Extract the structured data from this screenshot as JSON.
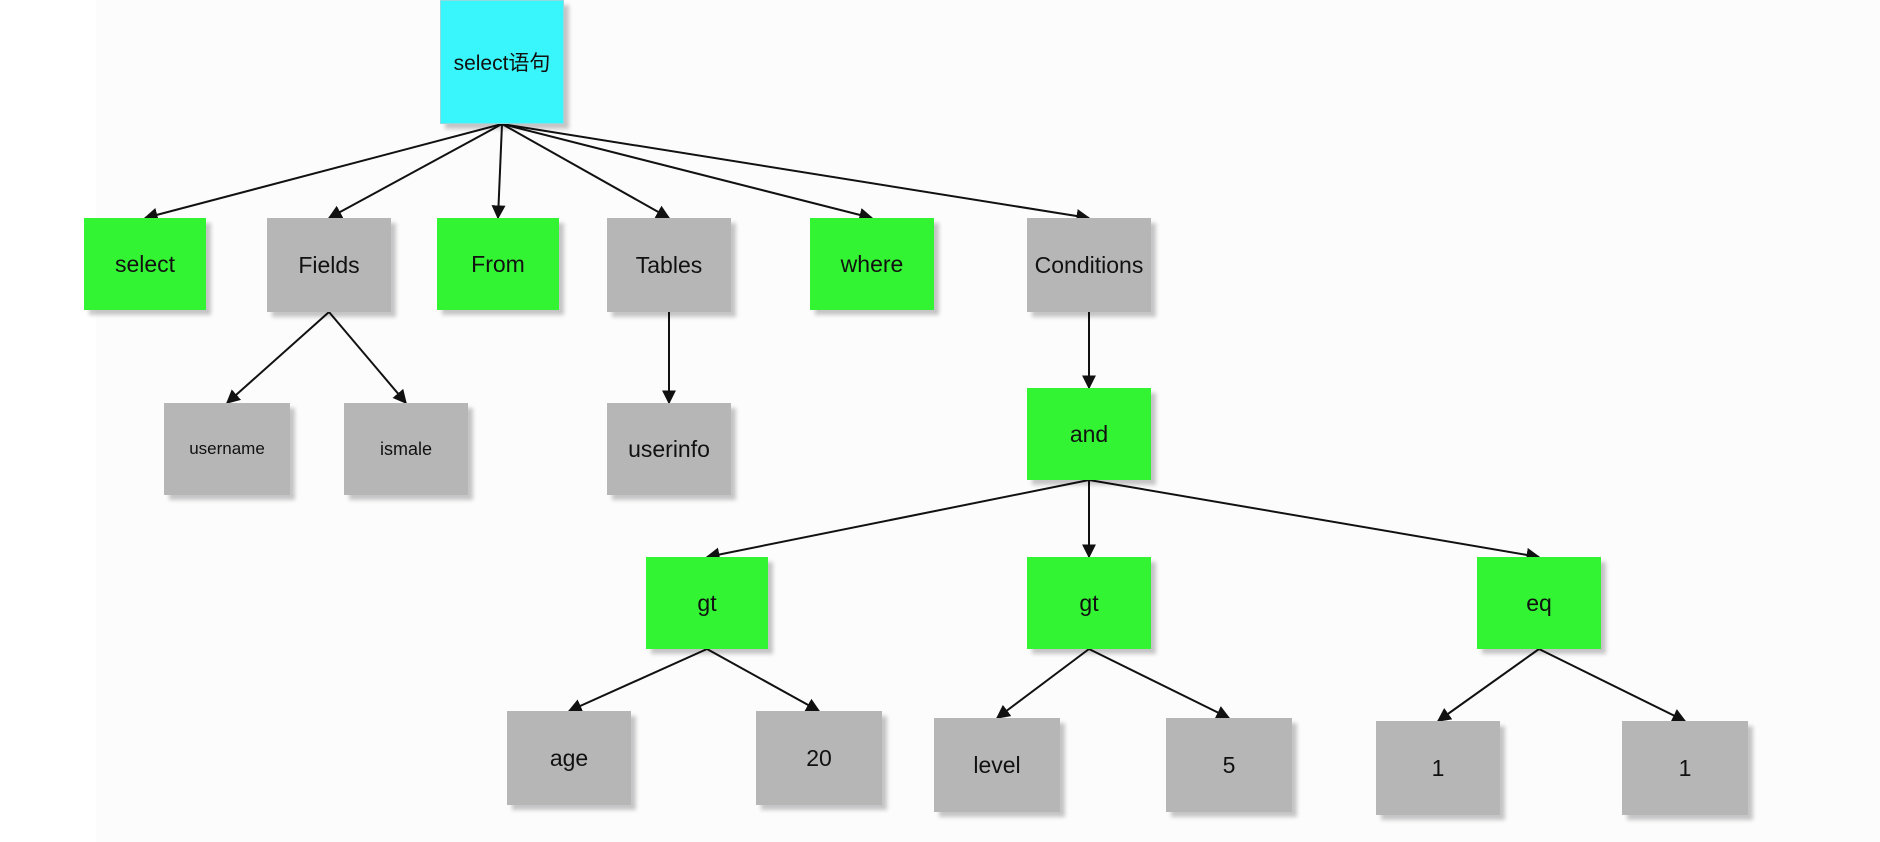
{
  "colors": {
    "root": "#38f6fb",
    "keyword": "#33f433",
    "operand": "#b6b6b6",
    "edge": "#111111"
  },
  "nodes": {
    "root": {
      "label": "select语句"
    },
    "select": {
      "label": "select"
    },
    "fields": {
      "label": "Fields"
    },
    "from": {
      "label": "From"
    },
    "tables": {
      "label": "Tables"
    },
    "where": {
      "label": "where"
    },
    "conditions": {
      "label": "Conditions"
    },
    "username": {
      "label": "username"
    },
    "ismale": {
      "label": "ismale"
    },
    "userinfo": {
      "label": "userinfo"
    },
    "and": {
      "label": "and"
    },
    "gt1": {
      "label": "gt"
    },
    "gt2": {
      "label": "gt"
    },
    "eq": {
      "label": "eq"
    },
    "age": {
      "label": "age"
    },
    "v20": {
      "label": "20"
    },
    "level": {
      "label": "level"
    },
    "v5": {
      "label": "5"
    },
    "one_a": {
      "label": "1"
    },
    "one_b": {
      "label": "1"
    }
  },
  "edges": [
    [
      "root",
      "select"
    ],
    [
      "root",
      "fields"
    ],
    [
      "root",
      "from"
    ],
    [
      "root",
      "tables"
    ],
    [
      "root",
      "where"
    ],
    [
      "root",
      "conditions"
    ],
    [
      "fields",
      "username"
    ],
    [
      "fields",
      "ismale"
    ],
    [
      "tables",
      "userinfo"
    ],
    [
      "conditions",
      "and"
    ],
    [
      "and",
      "gt1"
    ],
    [
      "and",
      "gt2"
    ],
    [
      "and",
      "eq"
    ],
    [
      "gt1",
      "age"
    ],
    [
      "gt1",
      "v20"
    ],
    [
      "gt2",
      "level"
    ],
    [
      "gt2",
      "v5"
    ],
    [
      "eq",
      "one_a"
    ],
    [
      "eq",
      "one_b"
    ]
  ]
}
